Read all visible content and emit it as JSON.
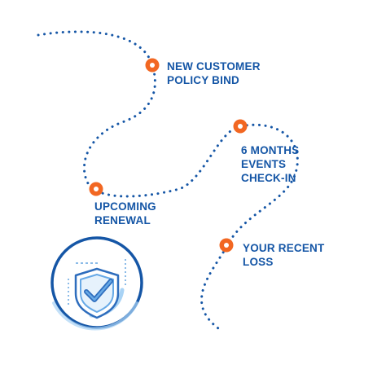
{
  "milestones": [
    {
      "lines": [
        "NEW CUSTOMER",
        "POLICY BIND"
      ]
    },
    {
      "lines": [
        "6 MONTHS",
        "EVENTS",
        "CHECK-IN"
      ]
    },
    {
      "lines": [
        "UPCOMING",
        "RENEWAL"
      ]
    },
    {
      "lines": [
        "YOUR RECENT",
        "LOSS"
      ]
    }
  ],
  "icons": {
    "badge": "shield-check-icon",
    "marker": "milestone-dot-icon"
  },
  "colors": {
    "path": "#1556a6",
    "label": "#1556a6",
    "marker": "#f26722",
    "badge_ring": "#1556a6",
    "badge_accent": "#a9d3f5",
    "shield_line": "#2e6dbd",
    "shield_check": "#67a9e6"
  }
}
